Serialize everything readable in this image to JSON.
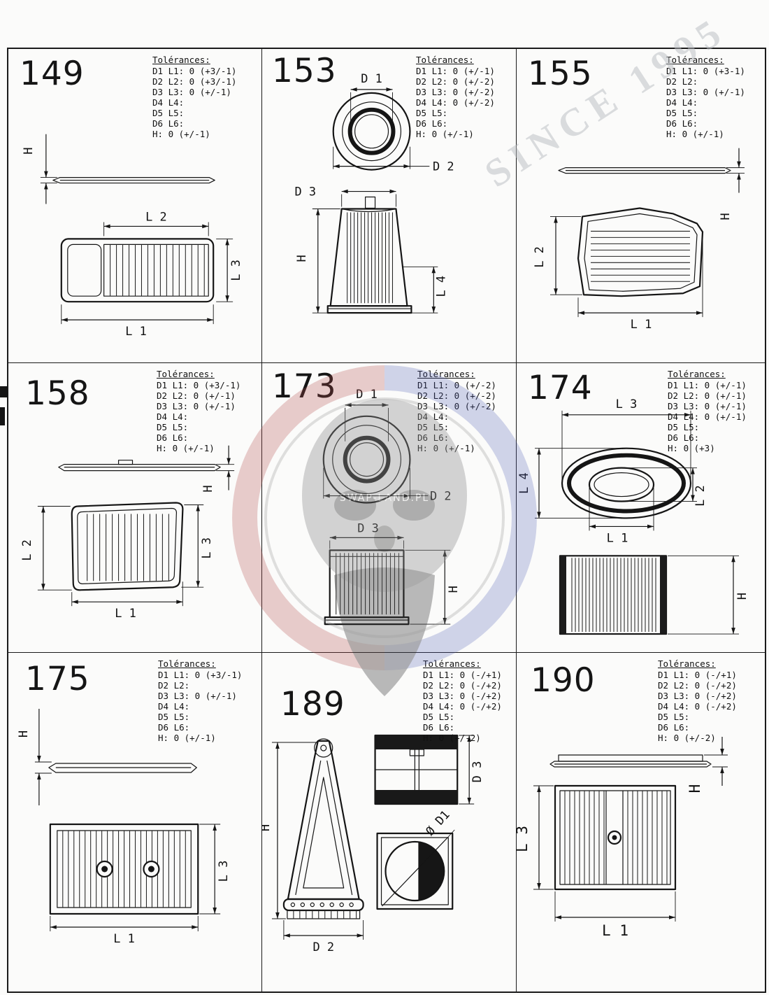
{
  "watermark": {
    "since": "SINCE 1995",
    "site": "SWAP-LAND.PL"
  },
  "cells": [
    {
      "number": "149",
      "tolerances_title": "Tolérances:",
      "tolerances": [
        "D1 L1: 0 (+3/-1)",
        "D2 L2: 0 (+3/-1)",
        "D3 L3: 0 (+/-1)",
        "D4 L4:",
        "D5 L5:",
        "D6 L6:",
        "H: 0 (+/-1)"
      ],
      "labels": {
        "h": "H",
        "l1": "L 1",
        "l2": "L 2",
        "l3": "L 3"
      }
    },
    {
      "number": "153",
      "tolerances_title": "Tolérances:",
      "tolerances": [
        "D1 L1: 0 (+/-1)",
        "D2 L2: 0 (+/-2)",
        "D3 L3: 0 (+/-2)",
        "D4 L4: 0 (+/-2)",
        "D5 L5:",
        "D6 L6:",
        "H: 0 (+/-1)"
      ],
      "labels": {
        "d1": "D 1",
        "d2": "D 2",
        "d3": "D 3",
        "h": "H",
        "l4": "L 4"
      }
    },
    {
      "number": "155",
      "tolerances_title": "Tolérances:",
      "tolerances": [
        "D1 L1: 0 (+3-1)",
        "D2 L2:",
        "D3 L3: 0 (+/-1)",
        "D4 L4:",
        "D5 L5:",
        "D6 L6:",
        "H: 0 (+/-1)"
      ],
      "labels": {
        "h": "H",
        "l1": "L 1",
        "l2": "L 2"
      }
    },
    {
      "number": "158",
      "tolerances_title": "Tolérances:",
      "tolerances": [
        "D1 L1: 0 (+3/-1)",
        "D2 L2: 0 (+/-1)",
        "D3 L3: 0 (+/-1)",
        "D4 L4:",
        "D5 L5:",
        "D6 L6:",
        "H: 0 (+/-1)"
      ],
      "labels": {
        "h": "H",
        "l1": "L 1",
        "l2": "L 2",
        "l3": "L 3"
      }
    },
    {
      "number": "173",
      "tolerances_title": "Tolérances:",
      "tolerances": [
        "D1 L1: 0 (+/-2)",
        "D2 L2: 0 (+/-2)",
        "D3 L3: 0 (+/-2)",
        "D4 L4:",
        "D5 L5:",
        "D6 L6:",
        "H: 0 (+/-1)"
      ],
      "labels": {
        "d1": "D 1",
        "d2": "D 2",
        "d3": "D 3",
        "h": "H"
      }
    },
    {
      "number": "174",
      "tolerances_title": "Tolérances:",
      "tolerances": [
        "D1 L1: 0 (+/-1)",
        "D2 L2: 0 (+/-1)",
        "D3 L3: 0 (+/-1)",
        "D4 L4: 0 (+/-1)",
        "D5 L5:",
        "D6 L6:",
        "H: 0 (+3)"
      ],
      "labels": {
        "l1": "L 1",
        "l2": "L 2",
        "l3": "L 3",
        "l4": "L 4",
        "h": "H"
      }
    },
    {
      "number": "175",
      "tolerances_title": "Tolérances:",
      "tolerances": [
        "D1 L1: 0 (+3/-1)",
        "D2 L2:",
        "D3 L3: 0 (+/-1)",
        "D4 L4:",
        "D5 L5:",
        "D6 L6:",
        "H: 0 (+/-1)"
      ],
      "labels": {
        "h": "H",
        "l1": "L 1",
        "l3": "L 3"
      }
    },
    {
      "number": "189",
      "tolerances_title": "Tolérances:",
      "tolerances": [
        "D1 L1: 0 (-/+1)",
        "D2 L2: 0 (-/+2)",
        "D3 L3: 0 (-/+2)",
        "D4 L4: 0 (-/+2)",
        "D5 L5:",
        "D6 L6:",
        "H: 0 (+/-2)"
      ],
      "labels": {
        "h": "H",
        "d1": "Ø D1",
        "d2": "D 2",
        "d3": "D 3"
      }
    },
    {
      "number": "190",
      "tolerances_title": "Tolérances:",
      "tolerances": [
        "D1 L1: 0 (-/+1)",
        "D2 L2: 0 (-/+2)",
        "D3 L3: 0 (-/+2)",
        "D4 L4: 0 (-/+2)",
        "D5 L5:",
        "D6 L6:",
        "H: 0 (+/-2)"
      ],
      "labels": {
        "h": "H",
        "l1": "L 1",
        "l3": "L 3"
      }
    }
  ]
}
